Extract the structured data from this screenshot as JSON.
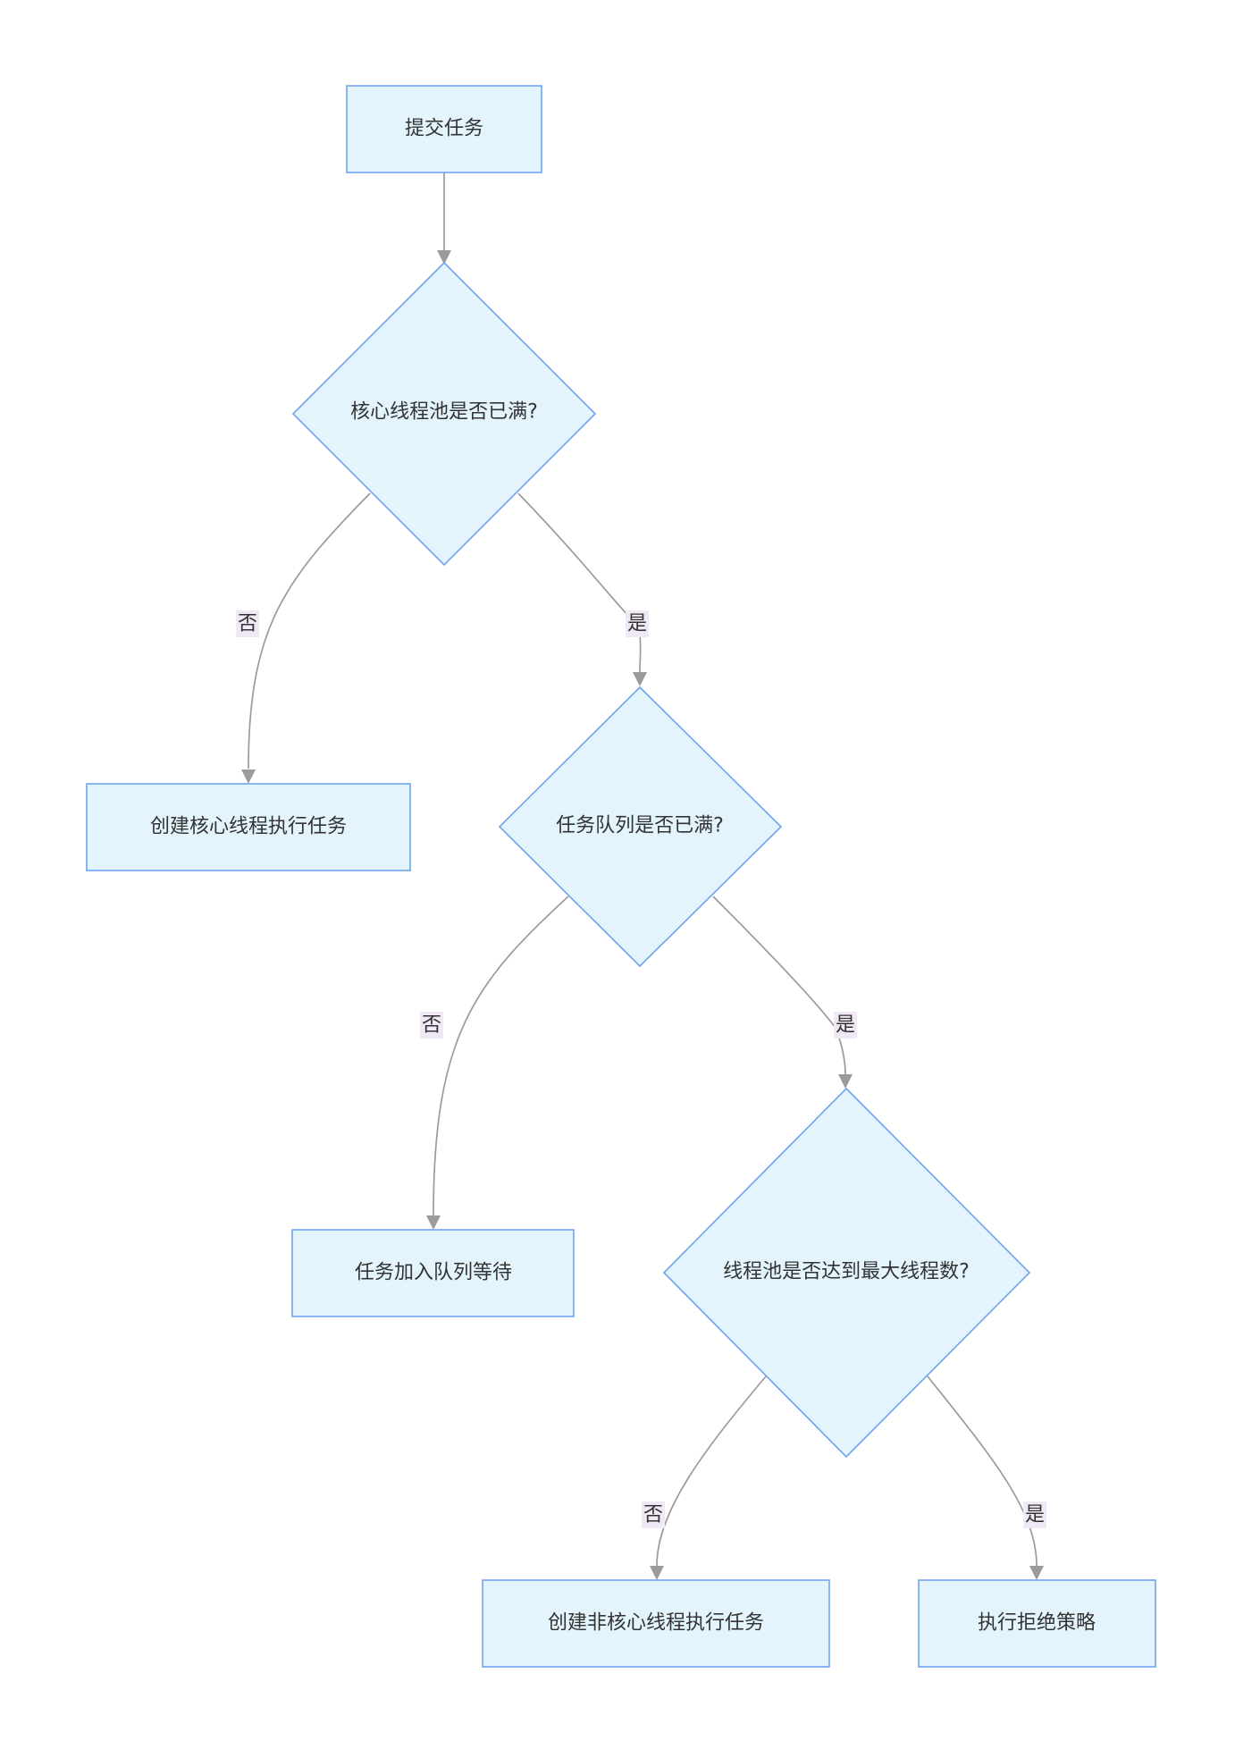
{
  "nodes": {
    "submit": "提交任务",
    "core_full": "核心线程池是否已满?",
    "create_core": "创建核心线程执行任务",
    "queue_full": "任务队列是否已满?",
    "enqueue": "任务加入队列等待",
    "max_reached": "线程池是否达到最大线程数?",
    "create_noncore": "创建非核心线程执行任务",
    "reject": "执行拒绝策略"
  },
  "edge_labels": {
    "core_no": "否",
    "core_yes": "是",
    "queue_no": "否",
    "queue_yes": "是",
    "max_no": "否",
    "max_yes": "是"
  },
  "colors": {
    "node_fill": "#e3f4fc",
    "node_stroke": "#6fa3ee",
    "edge": "#9b9b9b",
    "label_bg": "#f0e8f5"
  }
}
